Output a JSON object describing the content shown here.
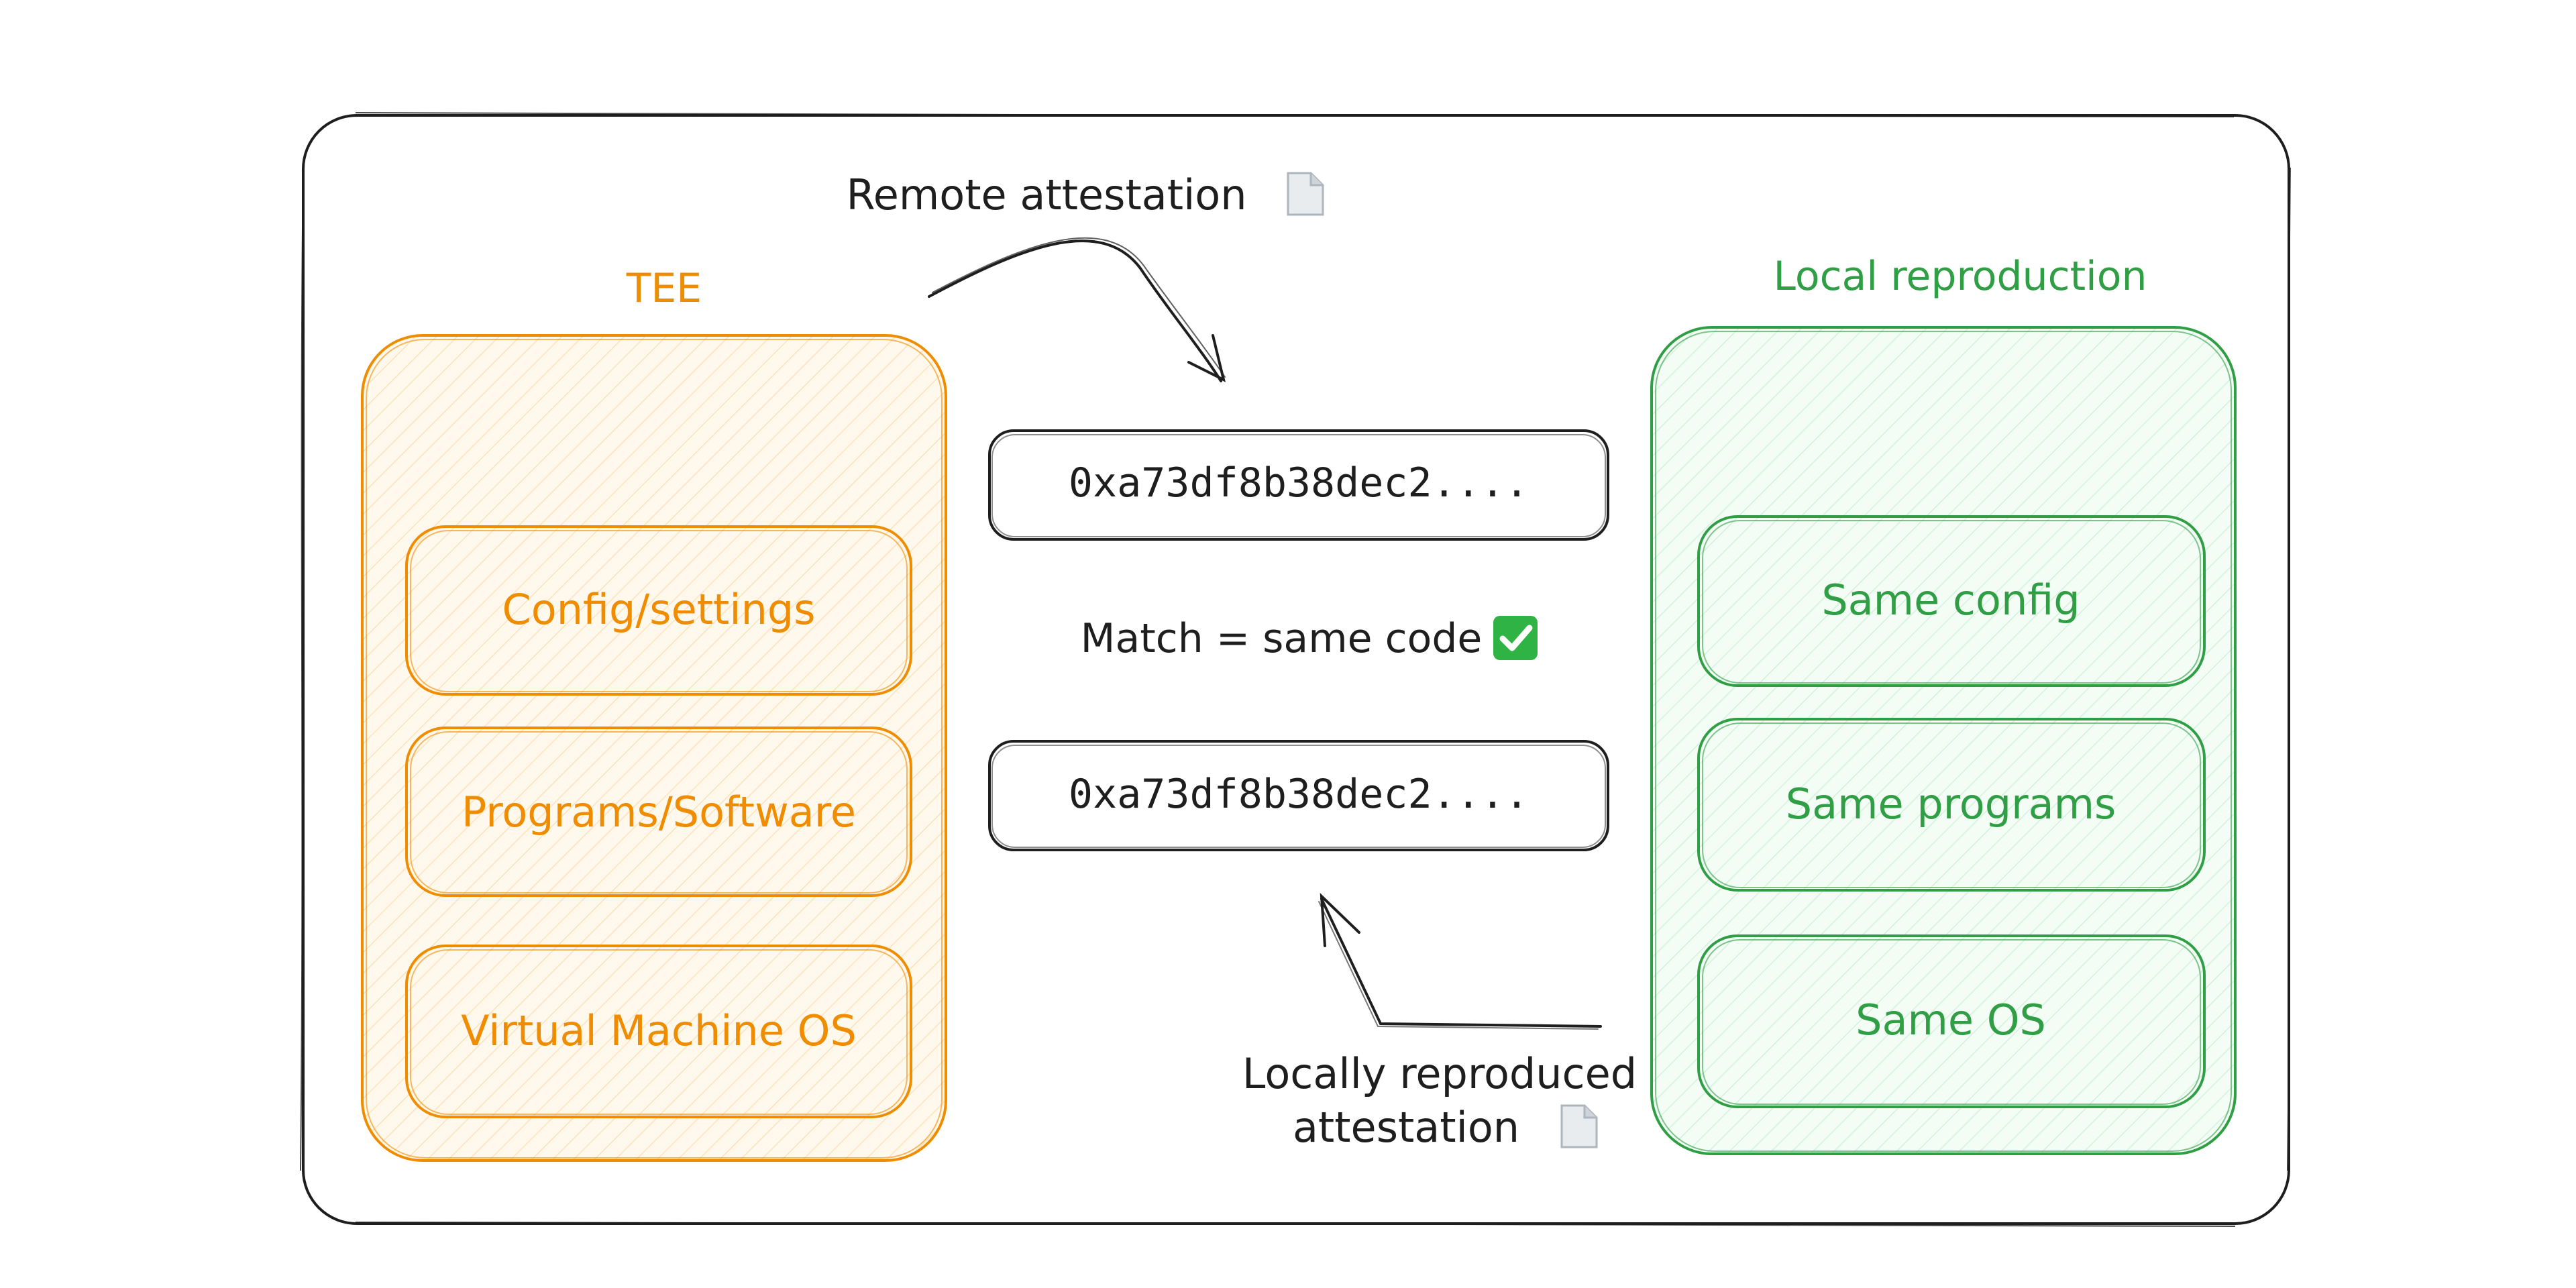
{
  "colors": {
    "ink": "#1e1e1e",
    "tee_stroke": "#f08c00",
    "tee_fill": "#fff4e0",
    "tee_text": "#f08c00",
    "local_stroke": "#2f9e44",
    "local_fill": "#ebfbee",
    "local_text": "#2f9e44",
    "check_bg": "#2fb344"
  },
  "remote_attestation": {
    "label": "Remote attestation",
    "icon": "document-icon"
  },
  "tee": {
    "title": "TEE",
    "items": [
      {
        "label": "Config/settings"
      },
      {
        "label": "Programs/Software"
      },
      {
        "label": "Virtual Machine OS"
      }
    ]
  },
  "local": {
    "title": "Local reproduction",
    "items": [
      {
        "label": "Same config"
      },
      {
        "label": "Same programs"
      },
      {
        "label": "Same OS"
      }
    ]
  },
  "hash_top": "0xa73df8b38dec2....",
  "hash_bottom": "0xa73df8b38dec2....",
  "match": {
    "label": "Match = same code",
    "icon": "check-mark-icon"
  },
  "local_attestation": {
    "line1": "Locally reproduced",
    "line2": "attestation",
    "icon": "document-icon"
  }
}
